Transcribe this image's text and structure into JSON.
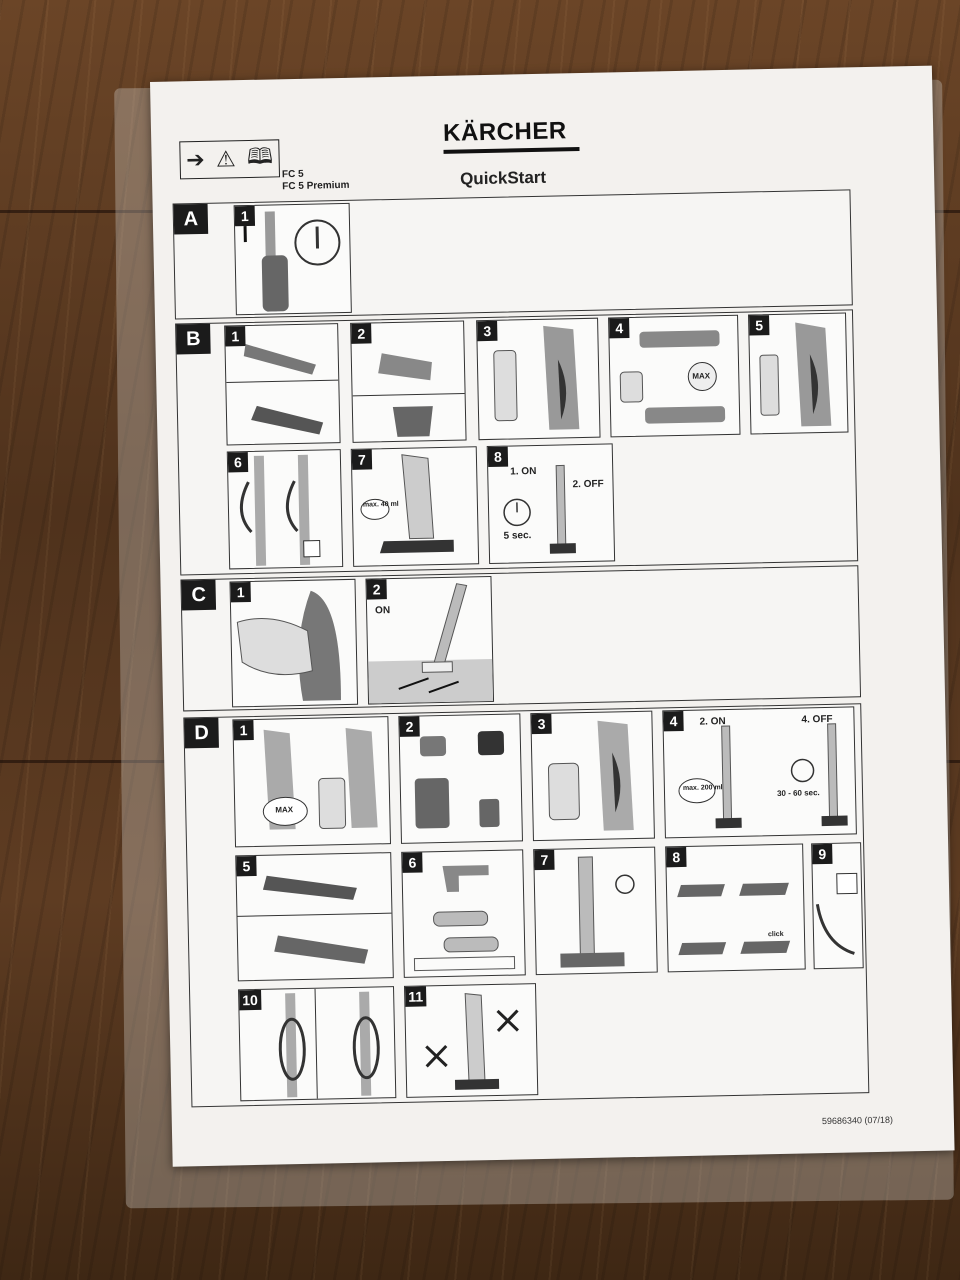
{
  "document": {
    "brand": "KÄRCHER",
    "title": "QuickStart",
    "models": [
      "FC 5",
      "FC 5 Premium"
    ],
    "symbols": [
      "arrow-right-icon",
      "warning-triangle-icon",
      "manual-book-icon"
    ],
    "doc_number": "59686340 (07/18)"
  },
  "sections": [
    {
      "id": "A",
      "steps": [
        "1"
      ]
    },
    {
      "id": "B",
      "steps": [
        "1",
        "2",
        "3",
        "4",
        "5",
        "6",
        "7",
        "8"
      ]
    },
    {
      "id": "C",
      "steps": [
        "1",
        "2"
      ]
    },
    {
      "id": "D",
      "steps": [
        "1",
        "2",
        "3",
        "4",
        "5",
        "6",
        "7",
        "8",
        "9",
        "10",
        "11"
      ]
    }
  ],
  "labels": {
    "b4_max": "MAX",
    "b7_max": "max. 40 ml",
    "b8_on": "1. ON",
    "b8_off": "2. OFF",
    "b8_time": "5 sec.",
    "c2_on": "ON",
    "d1_max": "MAX",
    "d4_on": "2. ON",
    "d4_off": "4. OFF",
    "d4_max": "max. 200 ml",
    "d4_time": "30 - 60 sec.",
    "d8_click": "click"
  }
}
